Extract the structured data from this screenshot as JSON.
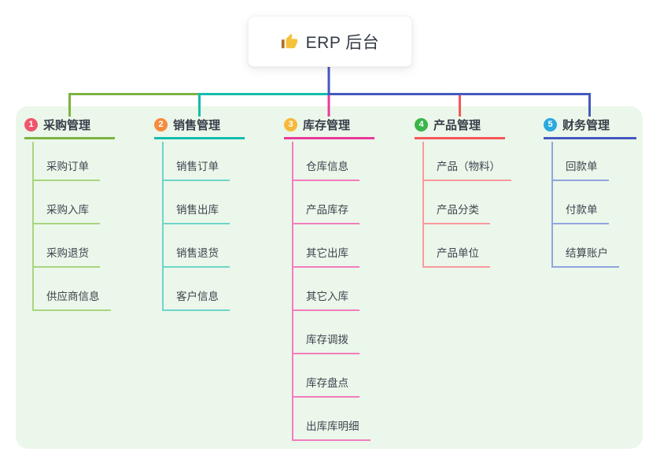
{
  "root": {
    "title": "ERP 后台",
    "icon": "thumbs-up-icon",
    "icon_colors": {
      "thumb": "#F6C23C",
      "cuff": "#AD6F28"
    }
  },
  "colors": {
    "panel_background": "#EBF7EA",
    "root_text": "#333A46",
    "topic_text": "#383E49",
    "child_text": "#3E4450"
  },
  "branches": [
    {
      "index": "1",
      "label": "采购管理",
      "badge_color": "#F0566B",
      "line_color": "#7CB342",
      "light_color": "#A9D57F",
      "children": [
        "采购订单",
        "采购入库",
        "采购退货",
        "供应商信息"
      ]
    },
    {
      "index": "2",
      "label": "销售管理",
      "badge_color": "#F78C3E",
      "line_color": "#14BDAD",
      "light_color": "#6FD4C9",
      "children": [
        "销售订单",
        "销售出库",
        "销售退货",
        "客户信息"
      ]
    },
    {
      "index": "3",
      "label": "库存管理",
      "badge_color": "#F6B93B",
      "line_color": "#E9399B",
      "light_color": "#F37CBF",
      "children": [
        "仓库信息",
        "产品库存",
        "其它出库",
        "其它入库",
        "库存调拨",
        "库存盘点",
        "出库库明细"
      ]
    },
    {
      "index": "4",
      "label": "产品管理",
      "badge_color": "#3BB54A",
      "line_color": "#F7565C",
      "light_color": "#FA999D",
      "children": [
        "产品（物料）",
        "产品分类",
        "产品单位"
      ]
    },
    {
      "index": "5",
      "label": "财务管理",
      "badge_color": "#2BA9E0",
      "line_color": "#4459BF",
      "light_color": "#92A4DD",
      "children": [
        "回款单",
        "付款单",
        "结算账户"
      ]
    }
  ]
}
